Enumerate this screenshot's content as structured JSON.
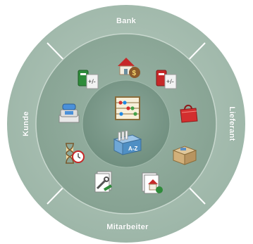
{
  "wheel": {
    "labels": {
      "top": "Bank",
      "right": "Lieferant",
      "bottom": "Mitarbeiter",
      "left": "Kunde"
    },
    "colors": {
      "outer_ring": "#a7beb1",
      "middle_ring": "#90ab9d",
      "inner_disc": "#7d9a8b",
      "separator": "#ffffff"
    }
  },
  "icons": [
    {
      "name": "ledger-plus-minus-icon"
    },
    {
      "name": "bank-house-money-icon"
    },
    {
      "name": "ledger-red-plus-minus-icon"
    },
    {
      "name": "phone-fax-icon"
    },
    {
      "name": "shopping-bag-icon"
    },
    {
      "name": "hourglass-clock-icon"
    },
    {
      "name": "shipping-box-icon"
    },
    {
      "name": "tools-document-icon"
    },
    {
      "name": "house-documents-icon"
    },
    {
      "name": "abacus-calculator-icon"
    },
    {
      "name": "file-box-a-z-icon"
    }
  ]
}
